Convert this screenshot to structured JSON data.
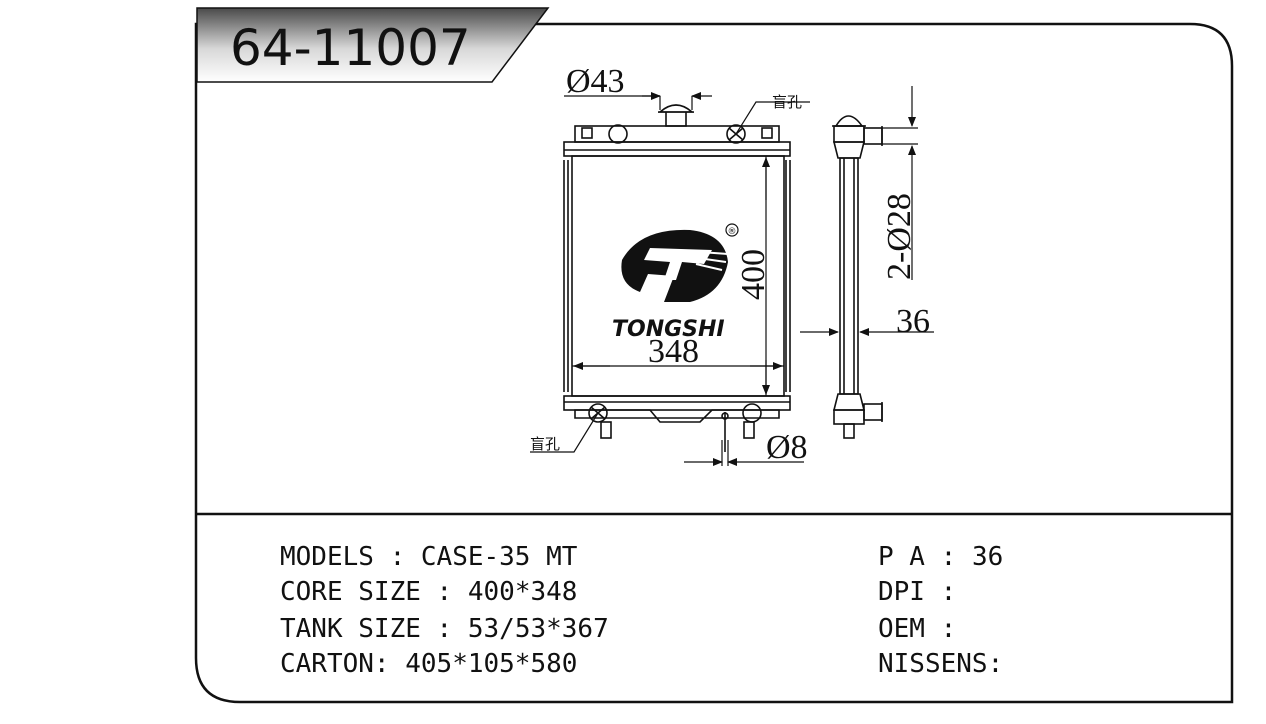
{
  "part_number": "64-11007",
  "brand": {
    "name": "TONGSHI",
    "registered_mark": "®"
  },
  "drawing": {
    "dimensions": {
      "filler_diameter": "Ø43",
      "core_height": "400",
      "core_width": "348",
      "hose_diameter": "2-Ø28",
      "depth": "36",
      "drain_diameter": "Ø8"
    },
    "notes": {
      "blind_hole_top": "盲孔",
      "blind_hole_bottom": "盲孔"
    }
  },
  "specs": {
    "left": [
      {
        "label": "MODELS",
        "sep": " : ",
        "value": "CASE-35 MT"
      },
      {
        "label": "CORE SIZE",
        "sep": " : ",
        "value": "400*348"
      },
      {
        "label": "TANK SIZE",
        "sep": " : ",
        "value": "53/53*367"
      },
      {
        "label": "CARTON",
        "sep": ": ",
        "value": "405*105*580"
      }
    ],
    "right": [
      {
        "label": "P A",
        "sep": " : ",
        "value": "36"
      },
      {
        "label": "DPI",
        "sep": " : ",
        "value": ""
      },
      {
        "label": "OEM",
        "sep": " : ",
        "value": ""
      },
      {
        "label": "NISSENS",
        "sep": ":",
        "value": ""
      }
    ]
  },
  "colors": {
    "line": "#111111",
    "title_band_dark": "#5a5a5a",
    "title_band_light": "#f2f2f2",
    "background": "#ffffff"
  }
}
